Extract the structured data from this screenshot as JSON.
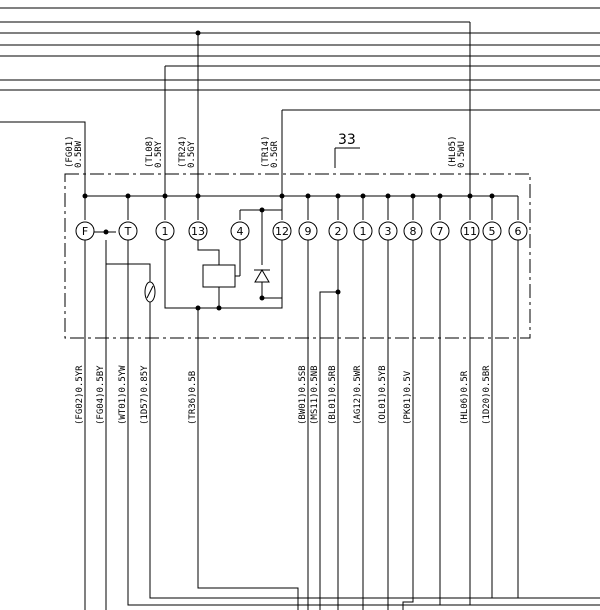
{
  "component_ref": "33",
  "top_wires": [
    {
      "code": "(FG01)",
      "spec": "0.5BW"
    },
    {
      "code": "(TL08)",
      "spec": "0.5RY"
    },
    {
      "code": "(TR24)",
      "spec": "0.5GY"
    },
    {
      "code": "(TR14)",
      "spec": "0.5GR"
    },
    {
      "code": "(HL05)",
      "spec": "0.5WU"
    }
  ],
  "pins": [
    "F",
    "T",
    "1",
    "13",
    "4",
    "12",
    "9",
    "2",
    "1",
    "3",
    "8",
    "7",
    "11",
    "5",
    "6"
  ],
  "bottom_wires": [
    "(FG02)0.5YR",
    "(FG04)0.5BY",
    "(WT01)0.5YW",
    "(1D57)0.85Y",
    "(TR36)0.5B",
    "(BW01)0.5SB",
    "(MS11)0.5NB",
    "(BL01)0.5RB",
    "(AG12)0.5WR",
    "(OL01)0.5YB",
    "(PK01)0.5V",
    "(HL06)0.5R",
    "(1D20)0.5BR"
  ]
}
